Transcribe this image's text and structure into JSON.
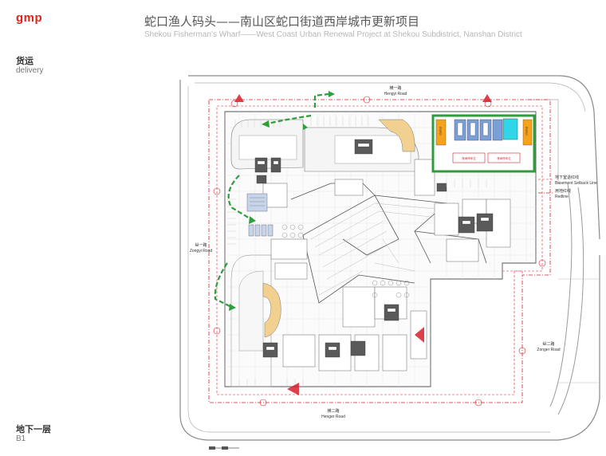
{
  "header": {
    "logo": "gmp",
    "title_zh": "蛇口渔人码头——南山区蛇口街道西岸城市更新项目",
    "title_en": "Shekou Fisherman’s Wharf——West Coast Urban Renewal Project at Shekou Subdistrict, Nanshan District"
  },
  "sidebar": {
    "topic_zh": "货运",
    "topic_en": "delivery",
    "level_zh": "地下一层",
    "level_en": "B1"
  },
  "plan": {
    "road_north_zh": "横一路",
    "road_north_en": "Hengyi Road",
    "road_south_zh": "横二路",
    "road_south_en": "Henger Road",
    "road_west_zh": "纵一路",
    "road_west_en": "Zongyi Road",
    "road_east_zh": "纵二路",
    "road_east_en": "Zonger Road",
    "legend_setback_zh": "地下室退红线",
    "legend_setback_en": "Basement Setback Line",
    "legend_redline_zh": "用地红线",
    "legend_redline_en": "Redline",
    "loading_left": "货车位",
    "loading_right": "货车位",
    "night_parking_1": "夜间停车位",
    "night_parking_2": "夜间停车位"
  },
  "colors": {
    "logo_red": "#e2231a",
    "redline": "#d81e2b",
    "delivery_green": "#2e9e3a",
    "loading_orange": "#f6a21a",
    "water_cyan": "#2fd6e8",
    "ramp_tan": "#f2d190"
  },
  "icons": [
    "delivery-arrow-icon",
    "north-arrow-icon"
  ]
}
